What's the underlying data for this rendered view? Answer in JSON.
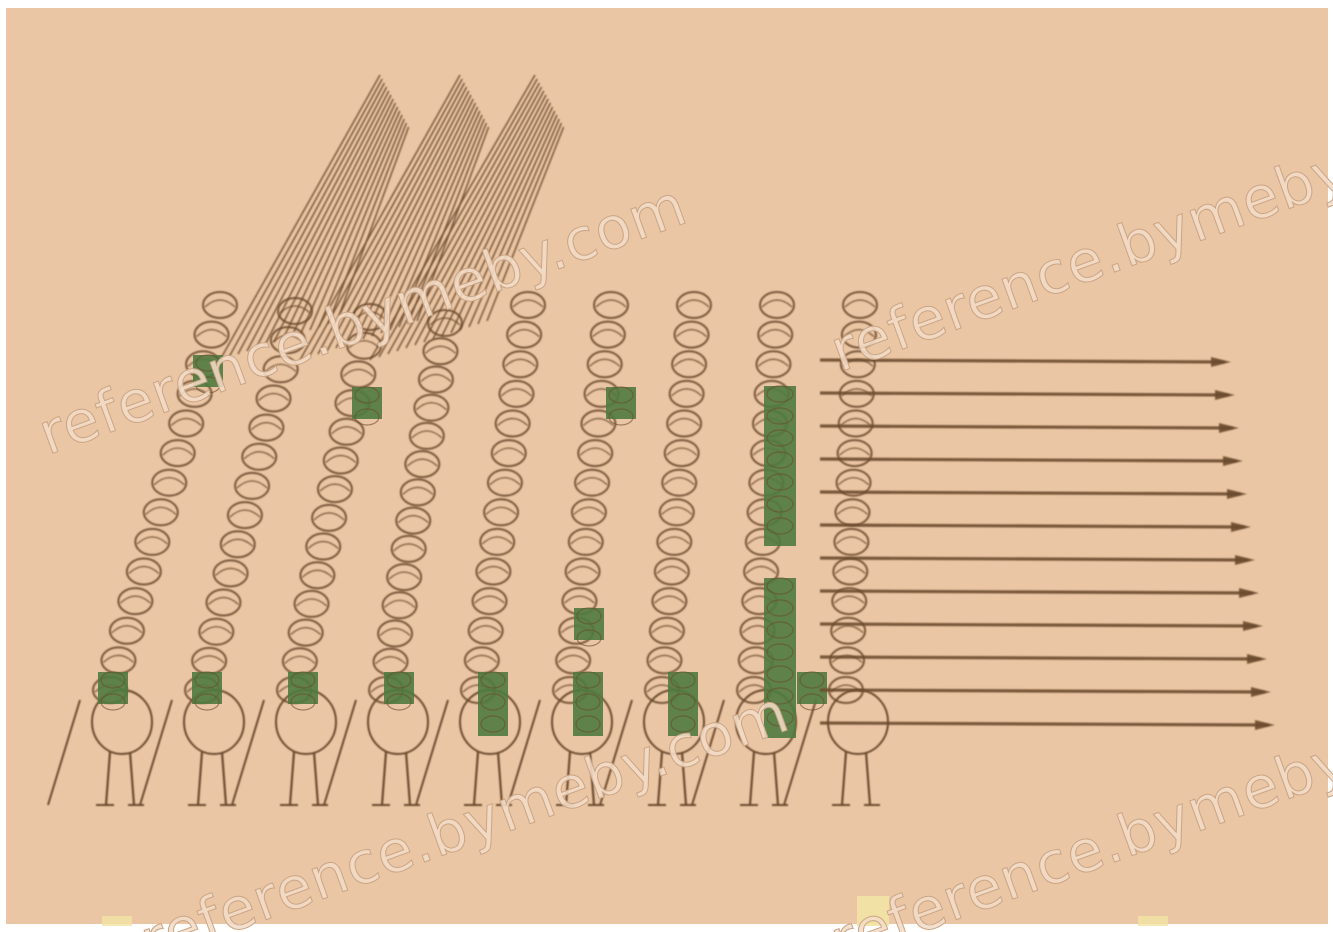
{
  "image": {
    "subject": "infantry-formation",
    "background_color": "#ebc6a4",
    "ink_color": "#6b4a2d",
    "highlight_color": "#4f7a3f"
  },
  "watermarks": [
    {
      "text": "reference.bymeby.com"
    },
    {
      "text": "reference.bymeby.com"
    },
    {
      "text": "reference.bymeby.com"
    },
    {
      "text": "reference.bymeby.com"
    }
  ]
}
